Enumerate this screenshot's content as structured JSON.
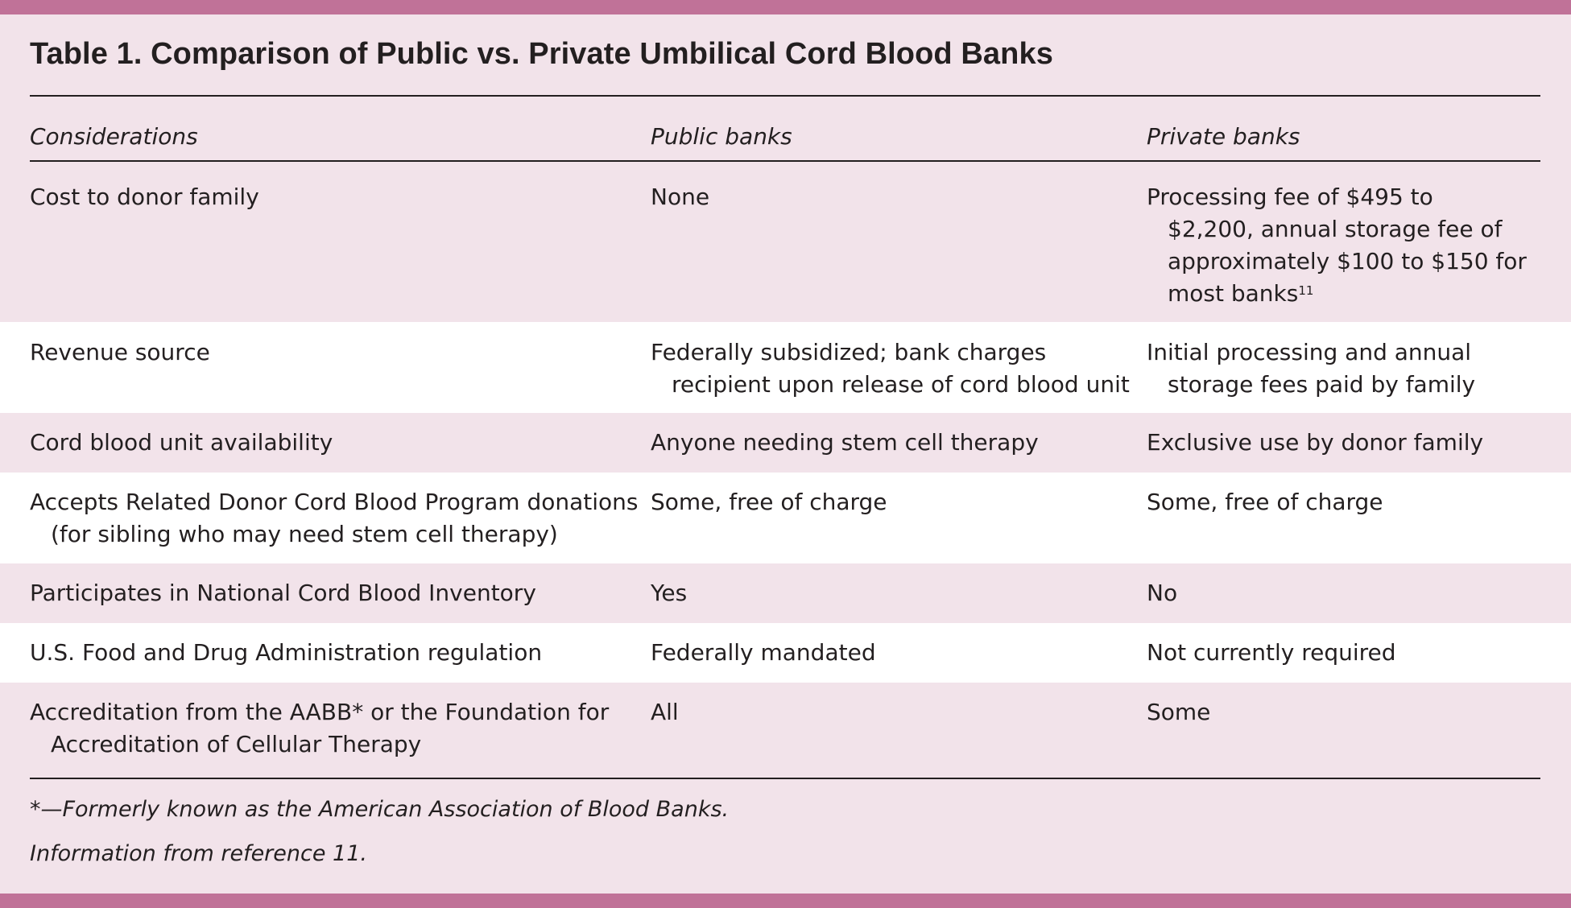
{
  "title": "Table 1. Comparison of Public vs. Private Umbilical Cord Blood Banks",
  "headers": [
    "Considerations",
    "Public banks",
    "Private banks"
  ],
  "rows": [
    {
      "consideration": [
        "Cost to donor family"
      ],
      "public": [
        "None"
      ],
      "private": [
        "Processing fee of $495 to",
        "$2,200, annual storage fee of",
        "approximately $100 to $150 for",
        "most banks"
      ],
      "private_ref": "11"
    },
    {
      "consideration": [
        "Revenue source"
      ],
      "public": [
        "Federally subsidized; bank charges",
        "recipient upon release of cord blood unit"
      ],
      "private": [
        "Initial processing and annual",
        "storage fees paid by family"
      ]
    },
    {
      "consideration": [
        "Cord blood unit availability"
      ],
      "public": [
        "Anyone needing stem cell therapy"
      ],
      "private": [
        "Exclusive use by donor family"
      ]
    },
    {
      "consideration": [
        "Accepts Related Donor Cord Blood Program donations",
        "(for sibling who may need stem cell therapy)"
      ],
      "public": [
        "Some, free of charge"
      ],
      "private": [
        "Some, free of charge"
      ]
    },
    {
      "consideration": [
        "Participates in National Cord Blood Inventory"
      ],
      "public": [
        "Yes"
      ],
      "private": [
        "No"
      ]
    },
    {
      "consideration": [
        "U.S. Food and Drug Administration regulation"
      ],
      "public": [
        "Federally mandated"
      ],
      "private": [
        "Not currently required"
      ]
    },
    {
      "consideration": [
        "Accreditation from the AABB* or the Foundation for",
        "Accreditation of Cellular Therapy"
      ],
      "public": [
        "All"
      ],
      "private": [
        "Some"
      ]
    }
  ],
  "footnotes": [
    "*—Formerly known as the American Association of Blood Banks.",
    "Information from reference 11."
  ],
  "colors": {
    "accent_bar": "#c07298",
    "shaded_row": "#f2e3ea",
    "plain_row": "#ffffff",
    "text": "#231f20"
  }
}
